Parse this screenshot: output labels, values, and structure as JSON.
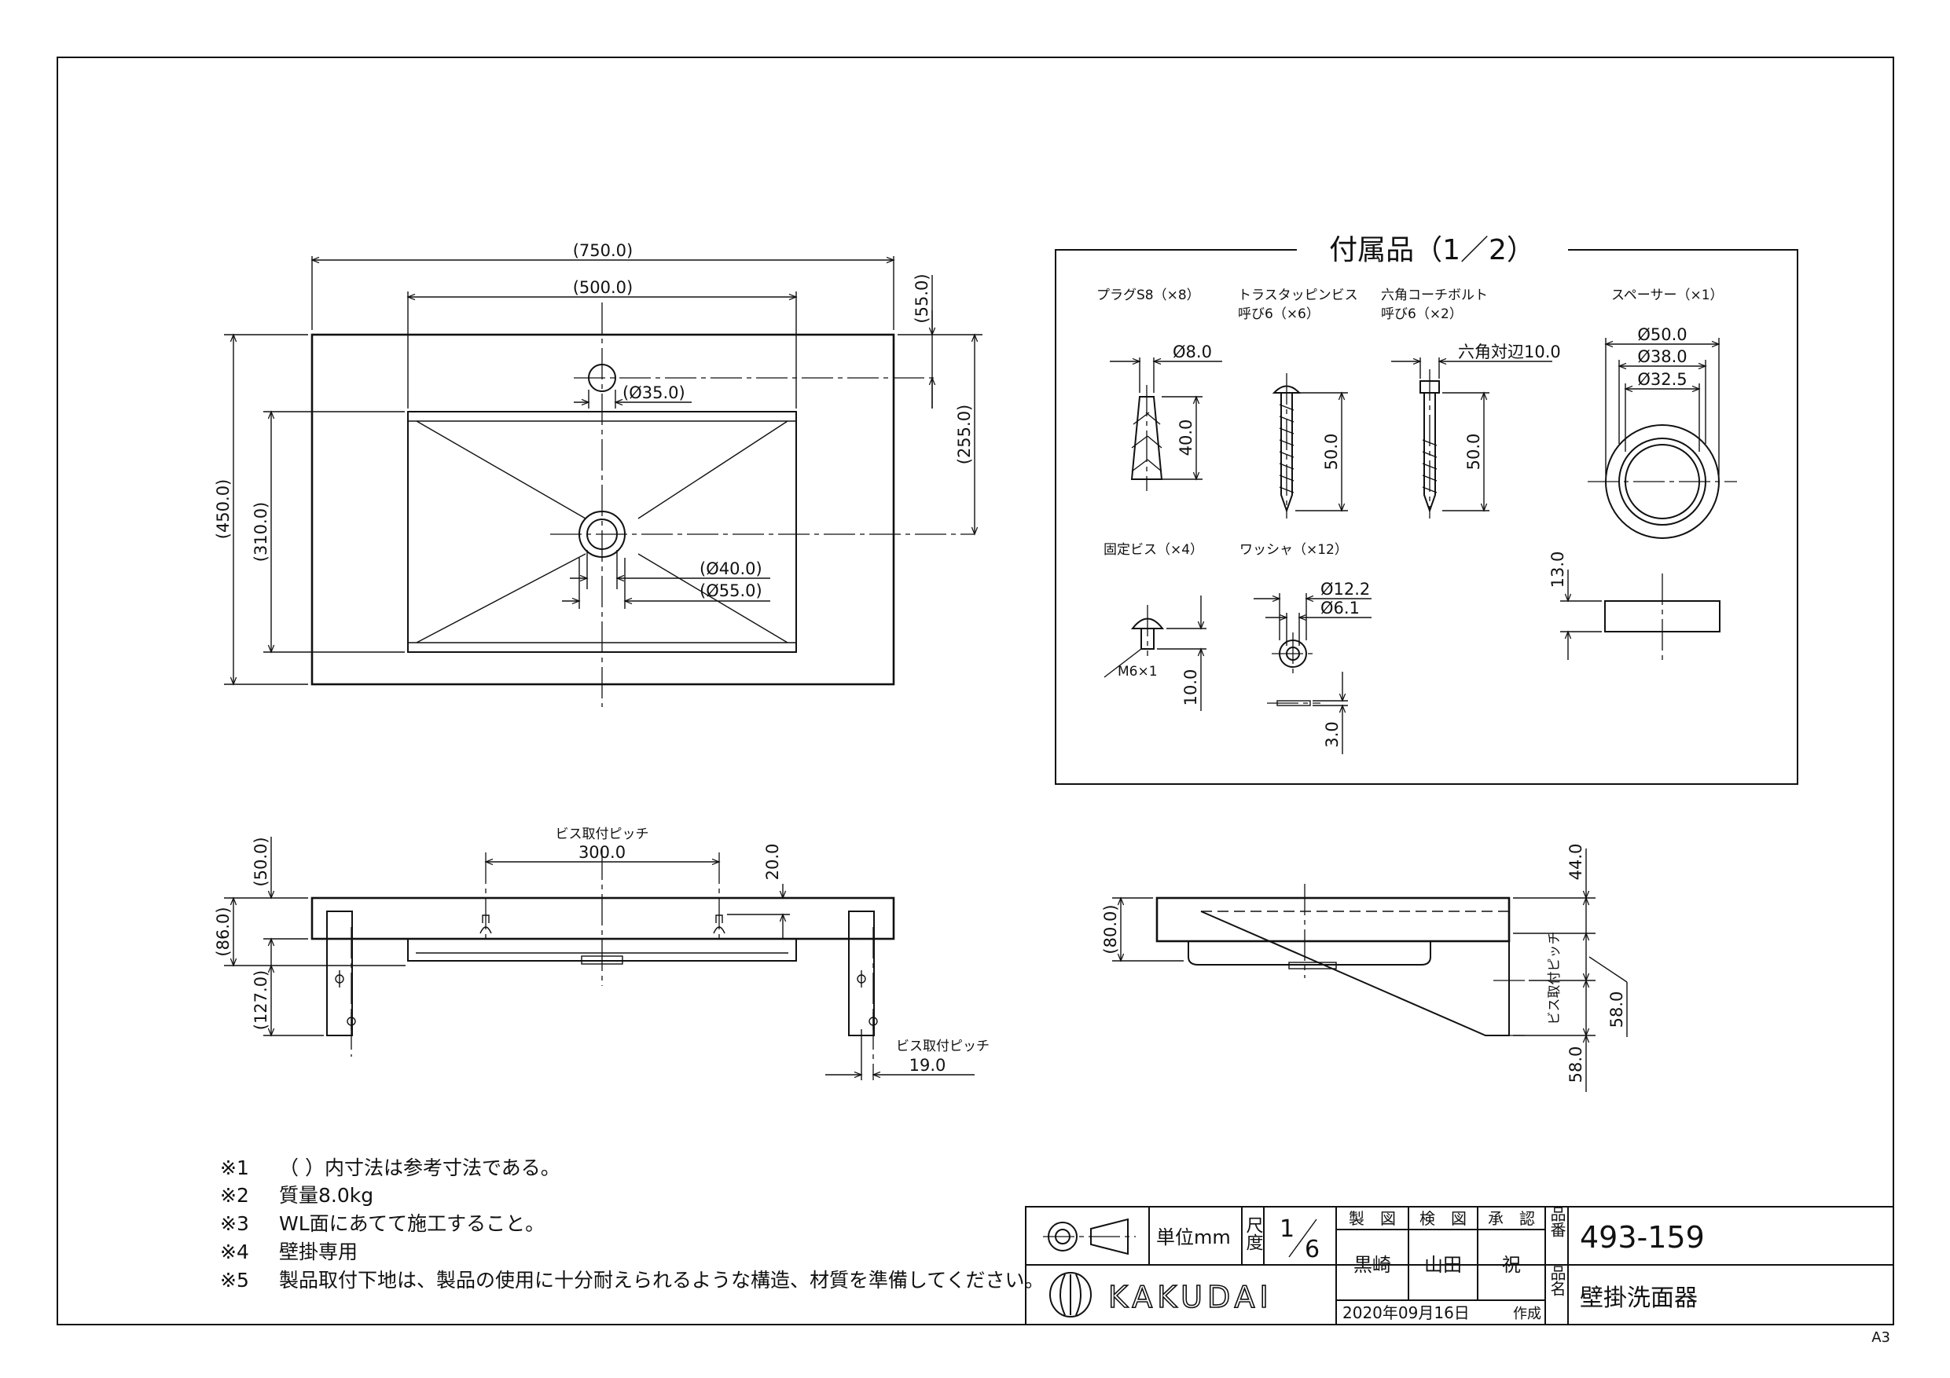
{
  "plan_view": {
    "d_width_total": "(750.0)",
    "d_width_bowl": "(500.0)",
    "d_top_to_hole": "(55.0)",
    "d_top_to_drain": "(255.0)",
    "d_hole": "(Ø35.0)",
    "d_drain_inner": "(Ø40.0)",
    "d_drain_outer": "(Ø55.0)",
    "d_depth_total": "(450.0)",
    "d_depth_bowl": "(310.0)"
  },
  "accessories": {
    "title": "付属品（1／2）",
    "plug": {
      "label": "プラグS8（×8）",
      "d_dia": "Ø8.0",
      "d_len": "40.0"
    },
    "truss_screw": {
      "label1": "トラスタッピンビス",
      "label2": "呼び6（×6）",
      "d_len": "50.0"
    },
    "hex_bolt": {
      "label1": "六角コーチボルト",
      "label2": "呼び6（×2）",
      "d_hex": "六角対辺10.0",
      "d_len": "50.0"
    },
    "spacer": {
      "label": "スペーサー（×1）",
      "d_outer": "Ø50.0",
      "d_mid": "Ø38.0",
      "d_inner": "Ø32.5",
      "d_height": "13.0"
    },
    "fixing_screw": {
      "label": "固定ビス（×4）",
      "d_thread": "M6×1",
      "d_len": "10.0"
    },
    "washer": {
      "label": "ワッシャ（×12）",
      "d_outer": "Ø12.2",
      "d_inner": "Ø6.1",
      "d_thick": "3.0"
    }
  },
  "front_view": {
    "pitch_label": "ビス取付ピッチ",
    "pitch_value": "300.0",
    "d_20": "20.0",
    "d_50": "(50.0)",
    "d_86": "(86.0)",
    "d_127": "(127.0)",
    "pitch2_label": "ビス取付ピッチ",
    "pitch2_value": "19.0"
  },
  "side_view": {
    "d_80": "(80.0)",
    "d_44": "44.0",
    "pitch_label": "ビス取付ピッチ",
    "d_58a": "58.0",
    "d_58b": "58.0"
  },
  "notes": [
    {
      "mark": "※1",
      "text": "（ ）内寸法は参考寸法である。"
    },
    {
      "mark": "※2",
      "text": "質量8.0kg"
    },
    {
      "mark": "※3",
      "text": "WL面にあてて施工すること。"
    },
    {
      "mark": "※4",
      "text": "壁掛専用"
    },
    {
      "mark": "※5",
      "text": "製品取付下地は、製品の使用に十分耐えられるような構造、材質を準備してください。"
    }
  ],
  "title_block": {
    "unit_label": "単位mm",
    "scale_label": "尺度",
    "scale_num": "1",
    "scale_den": "6",
    "drawn_label": "製　図",
    "checked_label": "検　図",
    "approved_label": "承　認",
    "drawn_by": "黒崎",
    "checked_by": "山田",
    "approved_by": "祝",
    "part_no_label": "品番",
    "part_no": "493-159",
    "part_name_label": "品名",
    "part_name": "壁掛洗面器",
    "date": "2020年09月16日",
    "date_suffix": "作成",
    "brand": "KAKUDAI"
  },
  "sheet_size": "A3"
}
